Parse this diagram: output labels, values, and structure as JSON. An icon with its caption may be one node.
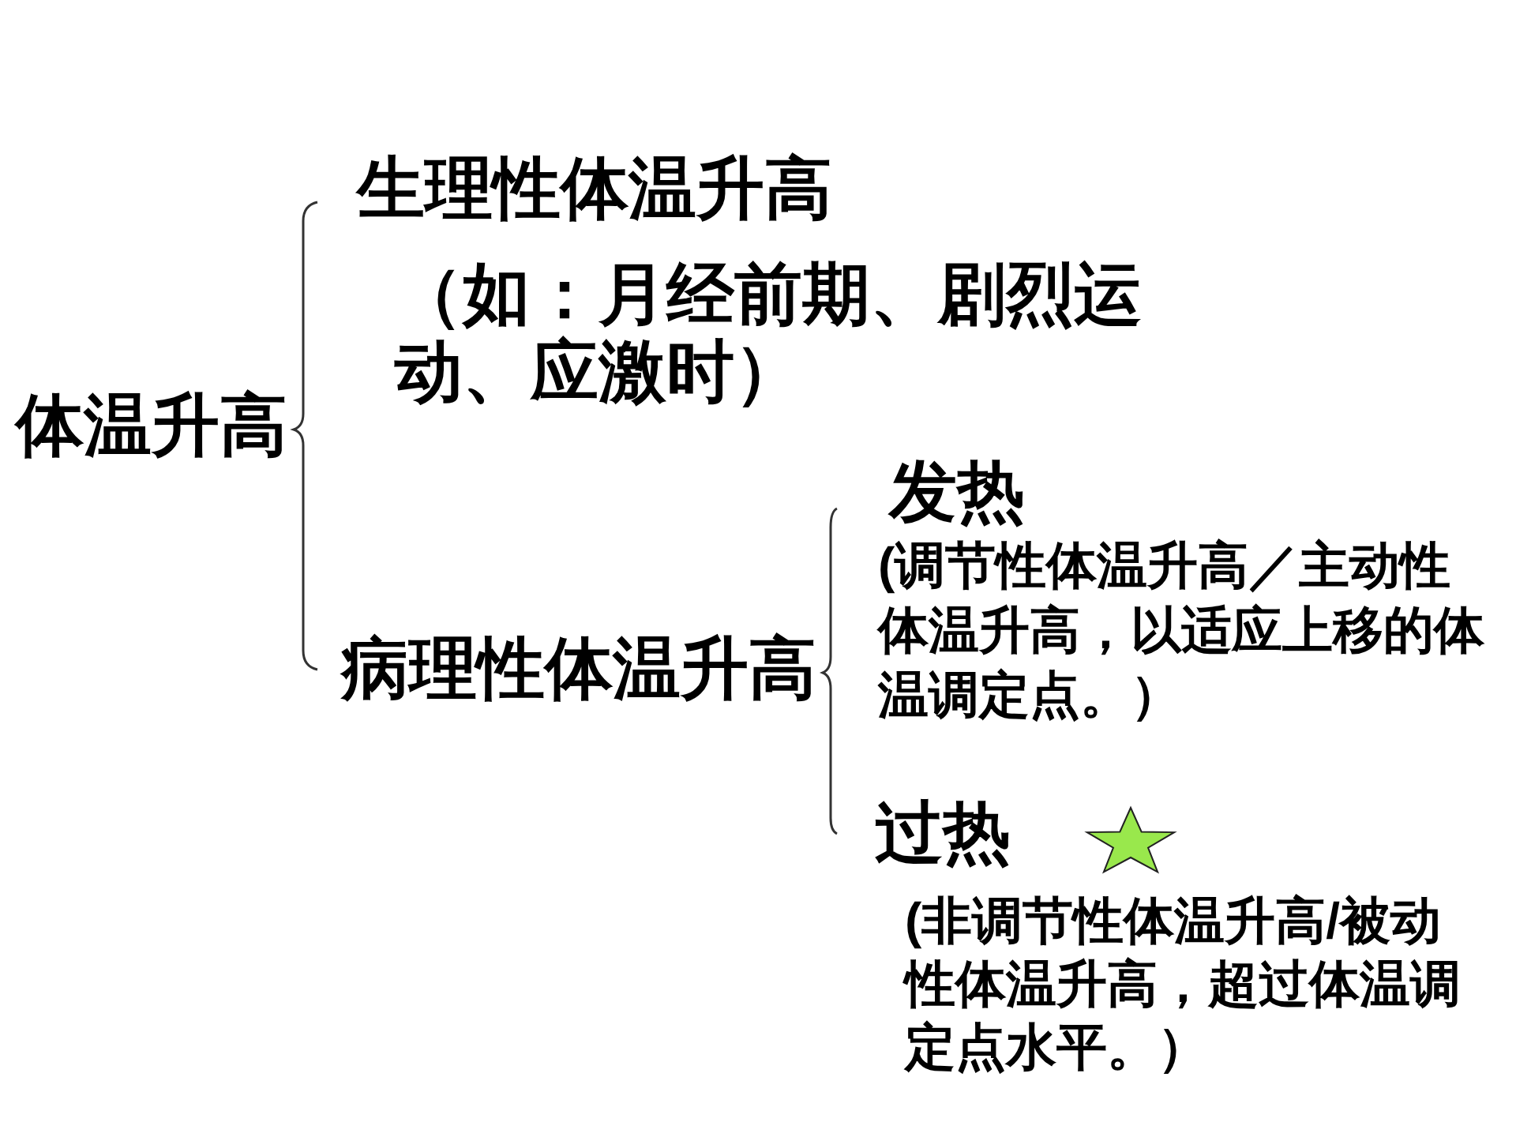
{
  "diagram": {
    "labels": [
      "体温升高",
      "生理性体温升高",
      "（如：月经前期、剧烈运动、应激时）",
      "病理性体温升高",
      "发热",
      "(调节性体温升高／主动性体温升高，以适应上移的体温调定点。）",
      "过热",
      "(非调节性体温升高/被动性体温升高，超过体温调定点水平。）"
    ]
  }
}
